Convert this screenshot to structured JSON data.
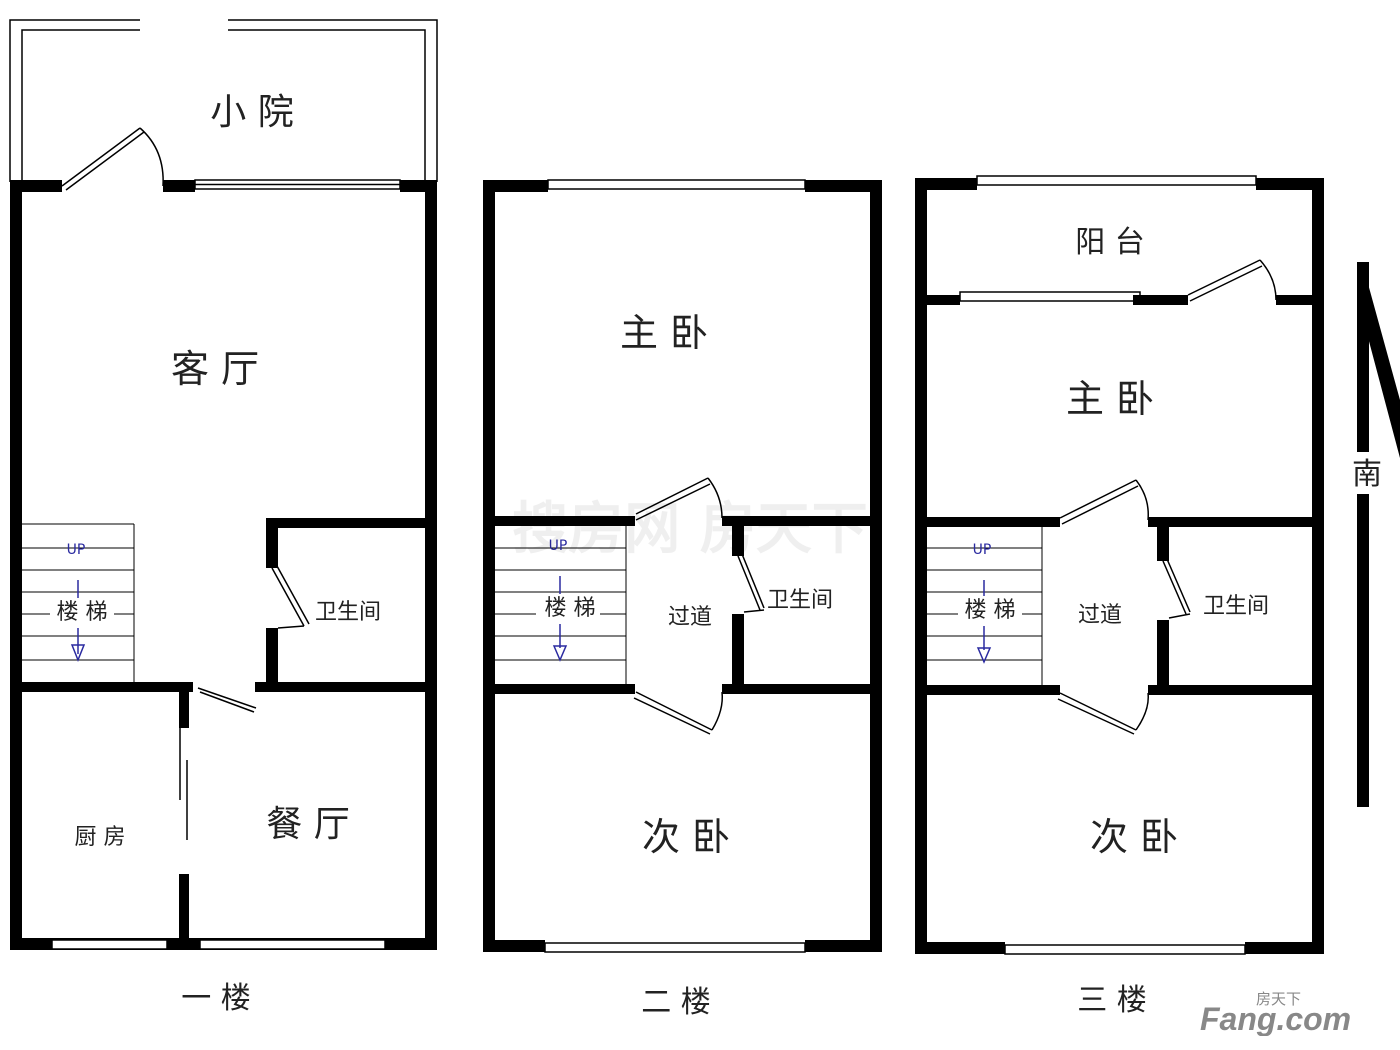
{
  "floors": [
    {
      "label": "一 楼",
      "rooms": {
        "courtyard": "小 院",
        "living": "客 厅",
        "stairs": "楼 梯",
        "stairs_up": "UP",
        "bathroom": "卫生间",
        "kitchen": "厨 房",
        "dining": "餐 厅"
      }
    },
    {
      "label": "二 楼",
      "rooms": {
        "master": "主 卧",
        "stairs": "楼 梯",
        "stairs_up": "UP",
        "corridor": "过道",
        "bathroom": "卫生间",
        "second": "次 卧"
      }
    },
    {
      "label": "三 楼",
      "rooms": {
        "balcony": "阳 台",
        "master": "主 卧",
        "stairs": "楼 梯",
        "stairs_up": "UP",
        "corridor": "过道",
        "bathroom": "卫生间",
        "second": "次 卧"
      }
    }
  ],
  "compass": {
    "label": "南"
  },
  "watermark": {
    "text": "搜房网 房天下"
  },
  "logo": {
    "brand": "Fang.com",
    "cn": "房天下",
    "color": "#888888"
  }
}
